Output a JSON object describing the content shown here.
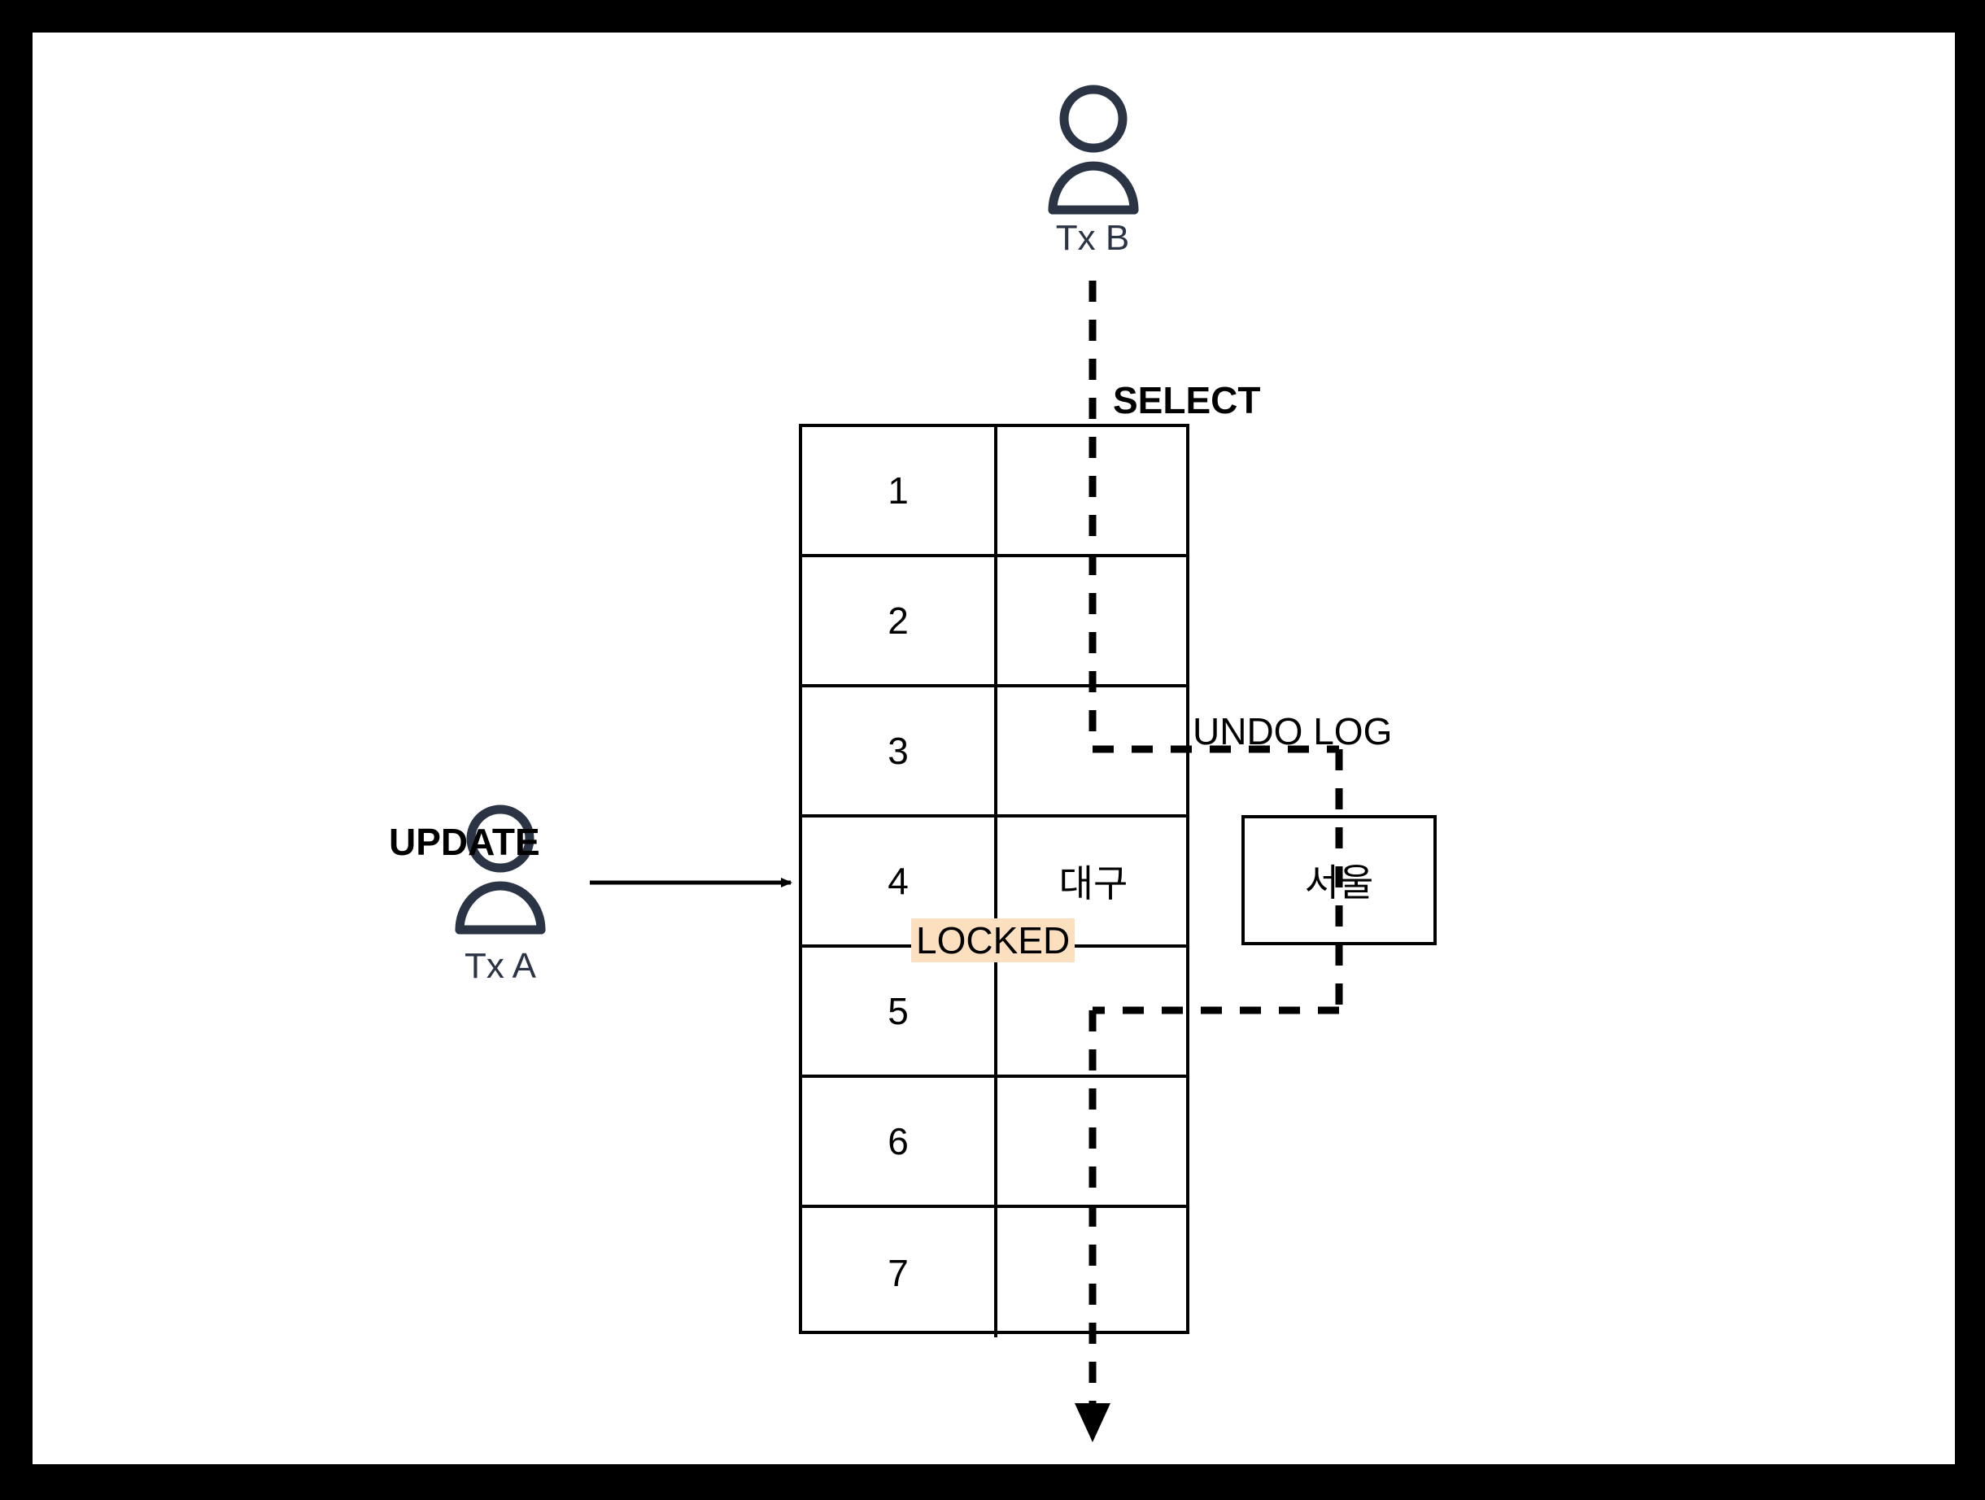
{
  "diagram": {
    "title": "MVCC undo log read while row locked",
    "background": "#ffffff",
    "frame_color": "#000000",
    "ink_color": "#000000",
    "actor_color": "#2b3445",
    "badge_color": "#fbdfbf"
  },
  "actors": [
    {
      "id": "tx-b",
      "label": "Tx B",
      "icon": "person-icon",
      "operation": "SELECT"
    },
    {
      "id": "tx-a",
      "label": "Tx A",
      "icon": "person-icon",
      "operation": "UPDATE"
    }
  ],
  "operations": {
    "select_label": "SELECT",
    "update_label": "UPDATE"
  },
  "table": {
    "columns": [
      "id",
      "value"
    ],
    "rows": [
      {
        "id": "1",
        "value": ""
      },
      {
        "id": "2",
        "value": ""
      },
      {
        "id": "3",
        "value": ""
      },
      {
        "id": "4",
        "value": "대구"
      },
      {
        "id": "5",
        "value": ""
      },
      {
        "id": "6",
        "value": ""
      },
      {
        "id": "7",
        "value": ""
      }
    ],
    "locked_row_index": 3,
    "locked_badge": "LOCKED"
  },
  "undo_log": {
    "label": "UNDO LOG",
    "entry": "서울"
  }
}
